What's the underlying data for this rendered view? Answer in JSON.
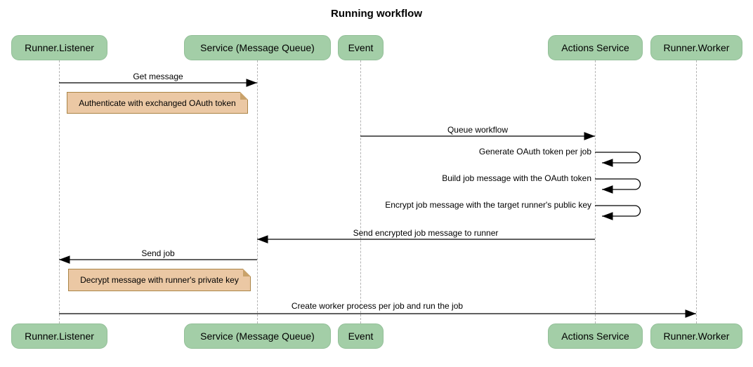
{
  "diagram": {
    "type": "sequence",
    "title": "Running workflow",
    "participants": [
      {
        "name": "Runner.Listener"
      },
      {
        "name": "Service (Message Queue)"
      },
      {
        "name": "Event"
      },
      {
        "name": "Actions Service"
      },
      {
        "name": "Runner.Worker"
      }
    ],
    "messages": [
      {
        "kind": "arrow",
        "from": "Runner.Listener",
        "to": "Service (Message Queue)",
        "label": "Get message"
      },
      {
        "kind": "note",
        "over": "Runner.Listener, Service (Message Queue)",
        "label": "Authenticate with exchanged OAuth token"
      },
      {
        "kind": "arrow",
        "from": "Event",
        "to": "Actions Service",
        "label": "Queue workflow"
      },
      {
        "kind": "self",
        "on": "Actions Service",
        "label": "Generate OAuth token per job"
      },
      {
        "kind": "self",
        "on": "Actions Service",
        "label": "Build job message with the OAuth token"
      },
      {
        "kind": "self",
        "on": "Actions Service",
        "label": "Encrypt job message with the target runner's public key"
      },
      {
        "kind": "arrow",
        "from": "Actions Service",
        "to": "Service (Message Queue)",
        "label": "Send encrypted job message to runner"
      },
      {
        "kind": "arrow",
        "from": "Service (Message Queue)",
        "to": "Runner.Listener",
        "label": "Send job"
      },
      {
        "kind": "note",
        "over": "Runner.Listener",
        "label": "Decrypt message with runner's private key"
      },
      {
        "kind": "arrow",
        "from": "Runner.Listener",
        "to": "Runner.Worker",
        "label": "Create worker process per job and run the job"
      }
    ],
    "colors": {
      "background": "#ffffff",
      "participant_fill": "#a3cea7",
      "note_fill": "#ebc8a4",
      "note_border": "#aa8446",
      "lifeline": "#b3b3b3",
      "arrow": "#000000",
      "text": "#000000"
    }
  }
}
